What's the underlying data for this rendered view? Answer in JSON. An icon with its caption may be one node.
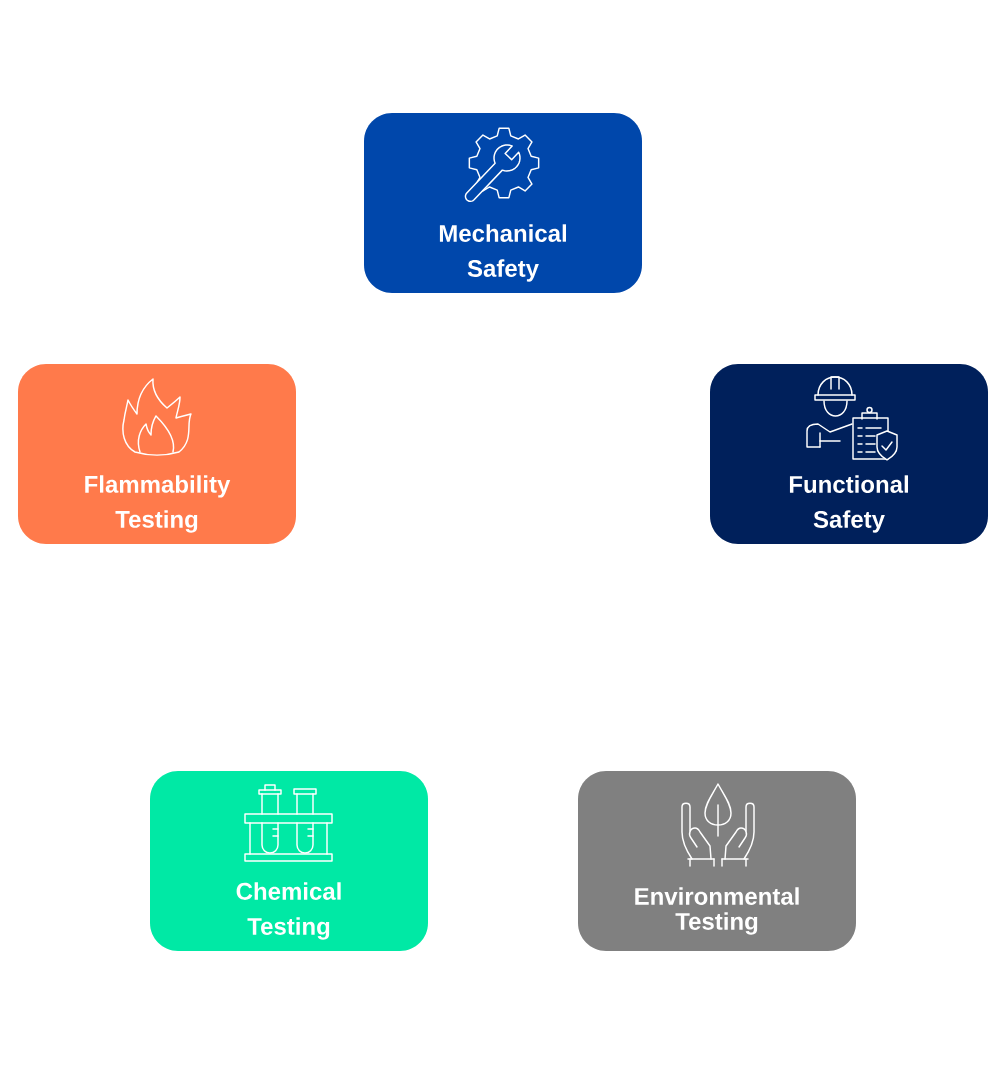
{
  "diagram": {
    "nodes": [
      {
        "text": [
          "Mechanical Safety"
        ]
      },
      {
        "text": [
          "Flammability Testing"
        ]
      },
      {
        "text": [
          "Functional Safety"
        ]
      },
      {
        "text": [
          "Chemical Testing"
        ]
      },
      {
        "text": [
          "Environmental Testing"
        ]
      }
    ]
  }
}
